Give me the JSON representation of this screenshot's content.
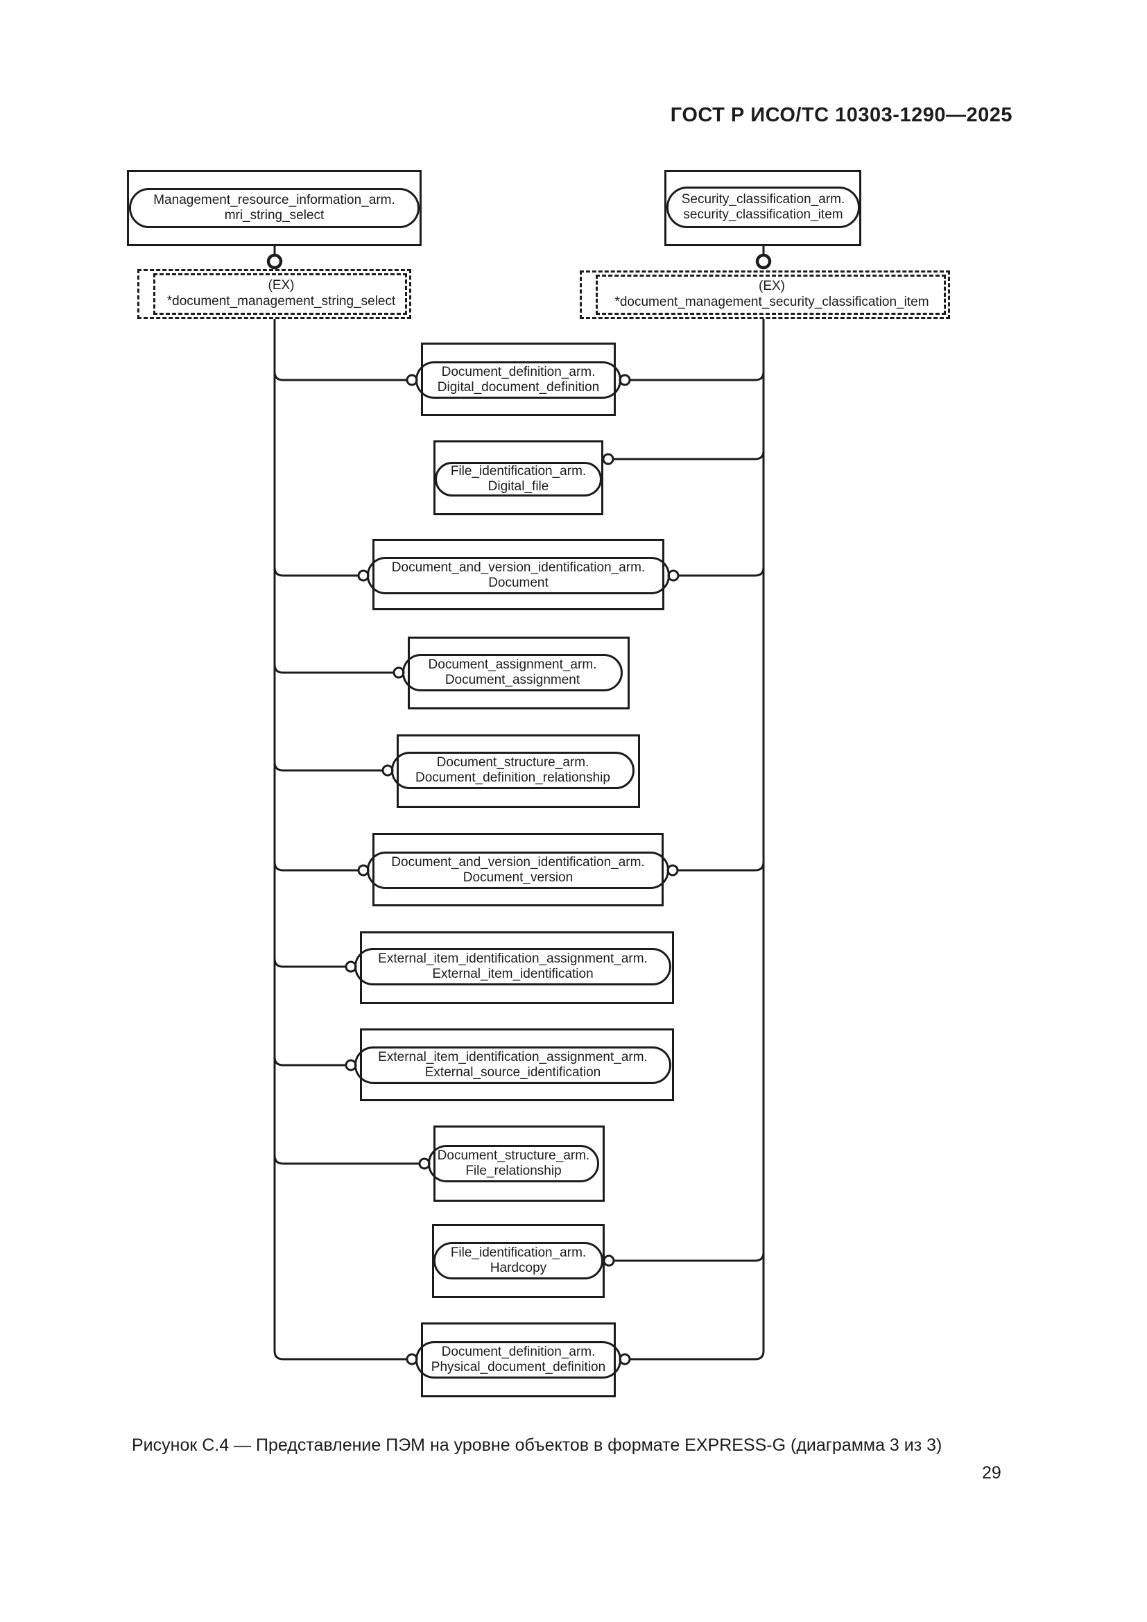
{
  "page": {
    "header": "ГОСТ Р ИСО/ТС 10303-1290—2025",
    "caption": "Рисунок С.4 — Представление ПЭМ на уровне объектов в формате EXPRESS-G (диаграмма 3 из 3)",
    "page_number": "29"
  },
  "colors": {
    "ink": "#1c1c1c",
    "paper": "#ffffff"
  },
  "diagram": {
    "top_left_entity": {
      "line1": "Management_resource_information_arm.",
      "line2": "mri_string_select"
    },
    "top_right_entity": {
      "line1": "Security_classification_arm.",
      "line2": "security_classification_item"
    },
    "ref_left": {
      "line1": "(EX)",
      "line2": "*document_management_string_select"
    },
    "ref_right": {
      "line1": "(EX)",
      "line2": "*document_management_security_classification_item"
    },
    "entities": [
      {
        "line1": "Document_definition_arm.",
        "line2": "Digital_document_definition"
      },
      {
        "line1": "File_identification_arm.",
        "line2": "Digital_file"
      },
      {
        "line1": "Document_and_version_identification_arm.",
        "line2": "Document"
      },
      {
        "line1": "Document_assignment_arm.",
        "line2": "Document_assignment"
      },
      {
        "line1": "Document_structure_arm.",
        "line2": "Document_definition_relationship"
      },
      {
        "line1": "Document_and_version_identification_arm.",
        "line2": "Document_version"
      },
      {
        "line1": "External_item_identification_assignment_arm.",
        "line2": "External_item_identification"
      },
      {
        "line1": "External_item_identification_assignment_arm.",
        "line2": "External_source_identification"
      },
      {
        "line1": "Document_structure_arm.",
        "line2": "File_relationship"
      },
      {
        "line1": "File_identification_arm.",
        "line2": "Hardcopy"
      },
      {
        "line1": "Document_definition_arm.",
        "line2": "Physical_document_definition"
      }
    ]
  }
}
